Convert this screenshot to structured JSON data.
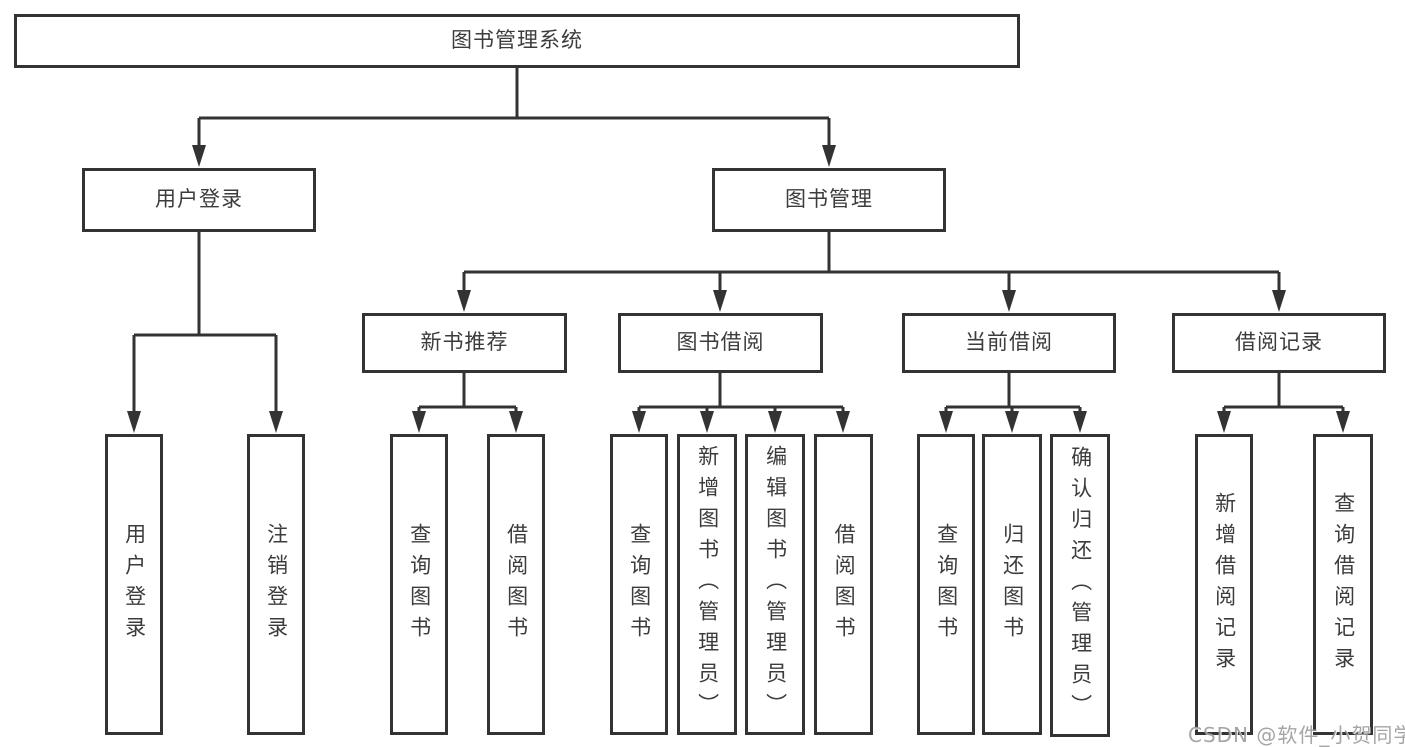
{
  "diagram": {
    "type": "hierarchy-tree",
    "orientation": "top-down",
    "colors": {
      "line": "#333333",
      "box_border": "#333333",
      "text": "#3c3c3c",
      "background": "#ffffff",
      "watermark": "#9c9c9c"
    }
  },
  "tree": {
    "label": "图书管理系统",
    "children": [
      {
        "label": "用户登录",
        "children": [
          {
            "label": "用户登录"
          },
          {
            "label": "注销登录"
          }
        ]
      },
      {
        "label": "图书管理",
        "children": [
          {
            "label": "新书推荐",
            "children": [
              {
                "label": "查询图书"
              },
              {
                "label": "借阅图书"
              }
            ]
          },
          {
            "label": "图书借阅",
            "children": [
              {
                "label": "查询图书"
              },
              {
                "label": "新增图书（管理员）"
              },
              {
                "label": "编辑图书（管理员）"
              },
              {
                "label": "借阅图书"
              }
            ]
          },
          {
            "label": "当前借阅",
            "children": [
              {
                "label": "查询图书"
              },
              {
                "label": "归还图书"
              },
              {
                "label": "确认归还（管理员）"
              }
            ]
          },
          {
            "label": "借阅记录",
            "children": [
              {
                "label": "新增借阅记录"
              },
              {
                "label": "查询借阅记录"
              }
            ]
          }
        ]
      }
    ]
  },
  "watermark": "CSDN @软件_小贺同学"
}
